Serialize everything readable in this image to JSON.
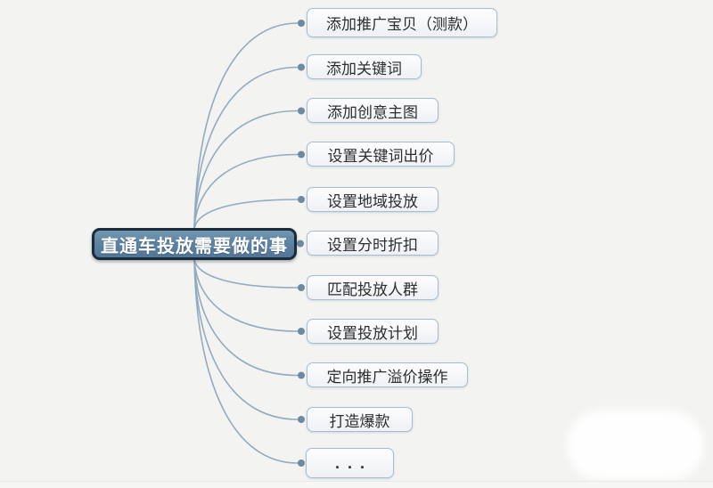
{
  "root": {
    "label": "直通车投放需要做的事"
  },
  "nodes": [
    {
      "label": "添加推广宝贝（测款）"
    },
    {
      "label": "添加关键词"
    },
    {
      "label": "添加创意主图"
    },
    {
      "label": "设置关键词出价"
    },
    {
      "label": "设置地域投放"
    },
    {
      "label": "设置分时折扣"
    },
    {
      "label": "匹配投放人群"
    },
    {
      "label": "设置投放计划"
    },
    {
      "label": "定向推广溢价操作"
    },
    {
      "label": "打造爆款"
    },
    {
      "label": "..."
    }
  ],
  "colors": {
    "background": "#f3f3f2",
    "root_fill": "#5e84a3",
    "root_border": "#1c2b3a",
    "root_text": "#ffffff",
    "child_fill": "#f8fafc",
    "child_border": "#a7bdcf",
    "child_text": "#2e2e2e",
    "connector": "#92abbf",
    "dot": "#6d8aa1"
  }
}
